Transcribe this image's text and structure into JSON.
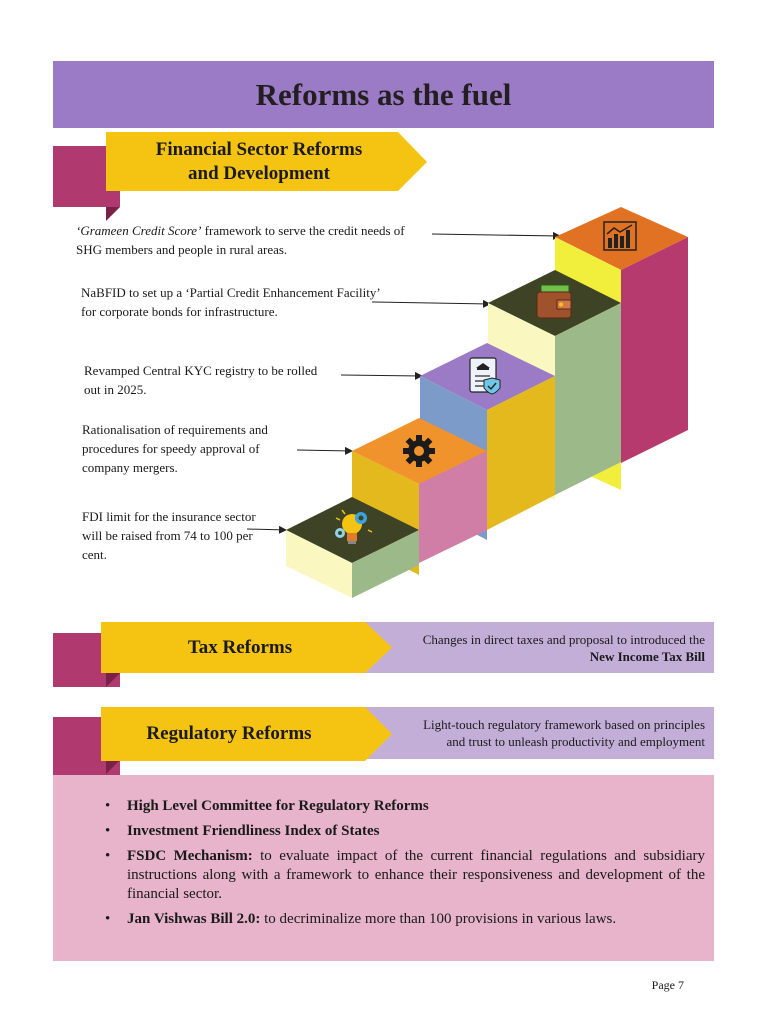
{
  "page": {
    "title": "Reforms as the fuel",
    "page_number": "Page 7"
  },
  "financial_sector": {
    "heading_line1": "Financial Sector Reforms",
    "heading_line2": "and Development",
    "steps": [
      {
        "text_italic": "‘Grameen Credit Score’",
        "text": " framework to serve the credit needs of SHG members and people in rural areas.",
        "icon": "bar-chart-icon"
      },
      {
        "text": "NaBFID to set up a ‘Partial Credit Enhancement Facility’ for corporate bonds for infrastructure.",
        "icon": "wallet-money-icon"
      },
      {
        "text": "Revamped Central KYC registry to be rolled out in 2025.",
        "icon": "kyc-document-icon"
      },
      {
        "text": "Rationalisation of requirements and procedures for speedy approval of company mergers.",
        "icon": "gear-icon"
      },
      {
        "text": "FDI limit for the insurance sector will be raised from 74 to 100 per cent.",
        "icon": "lightbulb-gears-icon"
      }
    ]
  },
  "tax_reforms": {
    "heading": "Tax Reforms",
    "desc_line1": "Changes in direct taxes and proposal to introduced the",
    "desc_line2": "New Income Tax Bill"
  },
  "regulatory_reforms": {
    "heading": "Regulatory Reforms",
    "desc_line1": "Light-touch regulatory framework based on principles",
    "desc_line2": "and trust to unleash productivity and employment",
    "bullets": [
      {
        "bold": "High Level Committee for Regulatory Reforms",
        "text": ""
      },
      {
        "bold": "Investment Friendliness Index of States",
        "text": ""
      },
      {
        "bold": "FSDC Mechanism:",
        "text": " to evaluate impact of the current financial regulations and subsidiary instructions along with a framework to enhance their responsiveness and development of the financial sector."
      },
      {
        "bold": "Jan Vishwas Bill 2.0:",
        "text": " to decriminalize more than 100 provisions in various laws."
      }
    ]
  },
  "colors": {
    "title_band": "#9b7bc6",
    "ribbon": "#b03a6f",
    "arrow": "#f5c413",
    "desc_band": "#c3aed8",
    "pink_box": "#e7b4cb"
  }
}
